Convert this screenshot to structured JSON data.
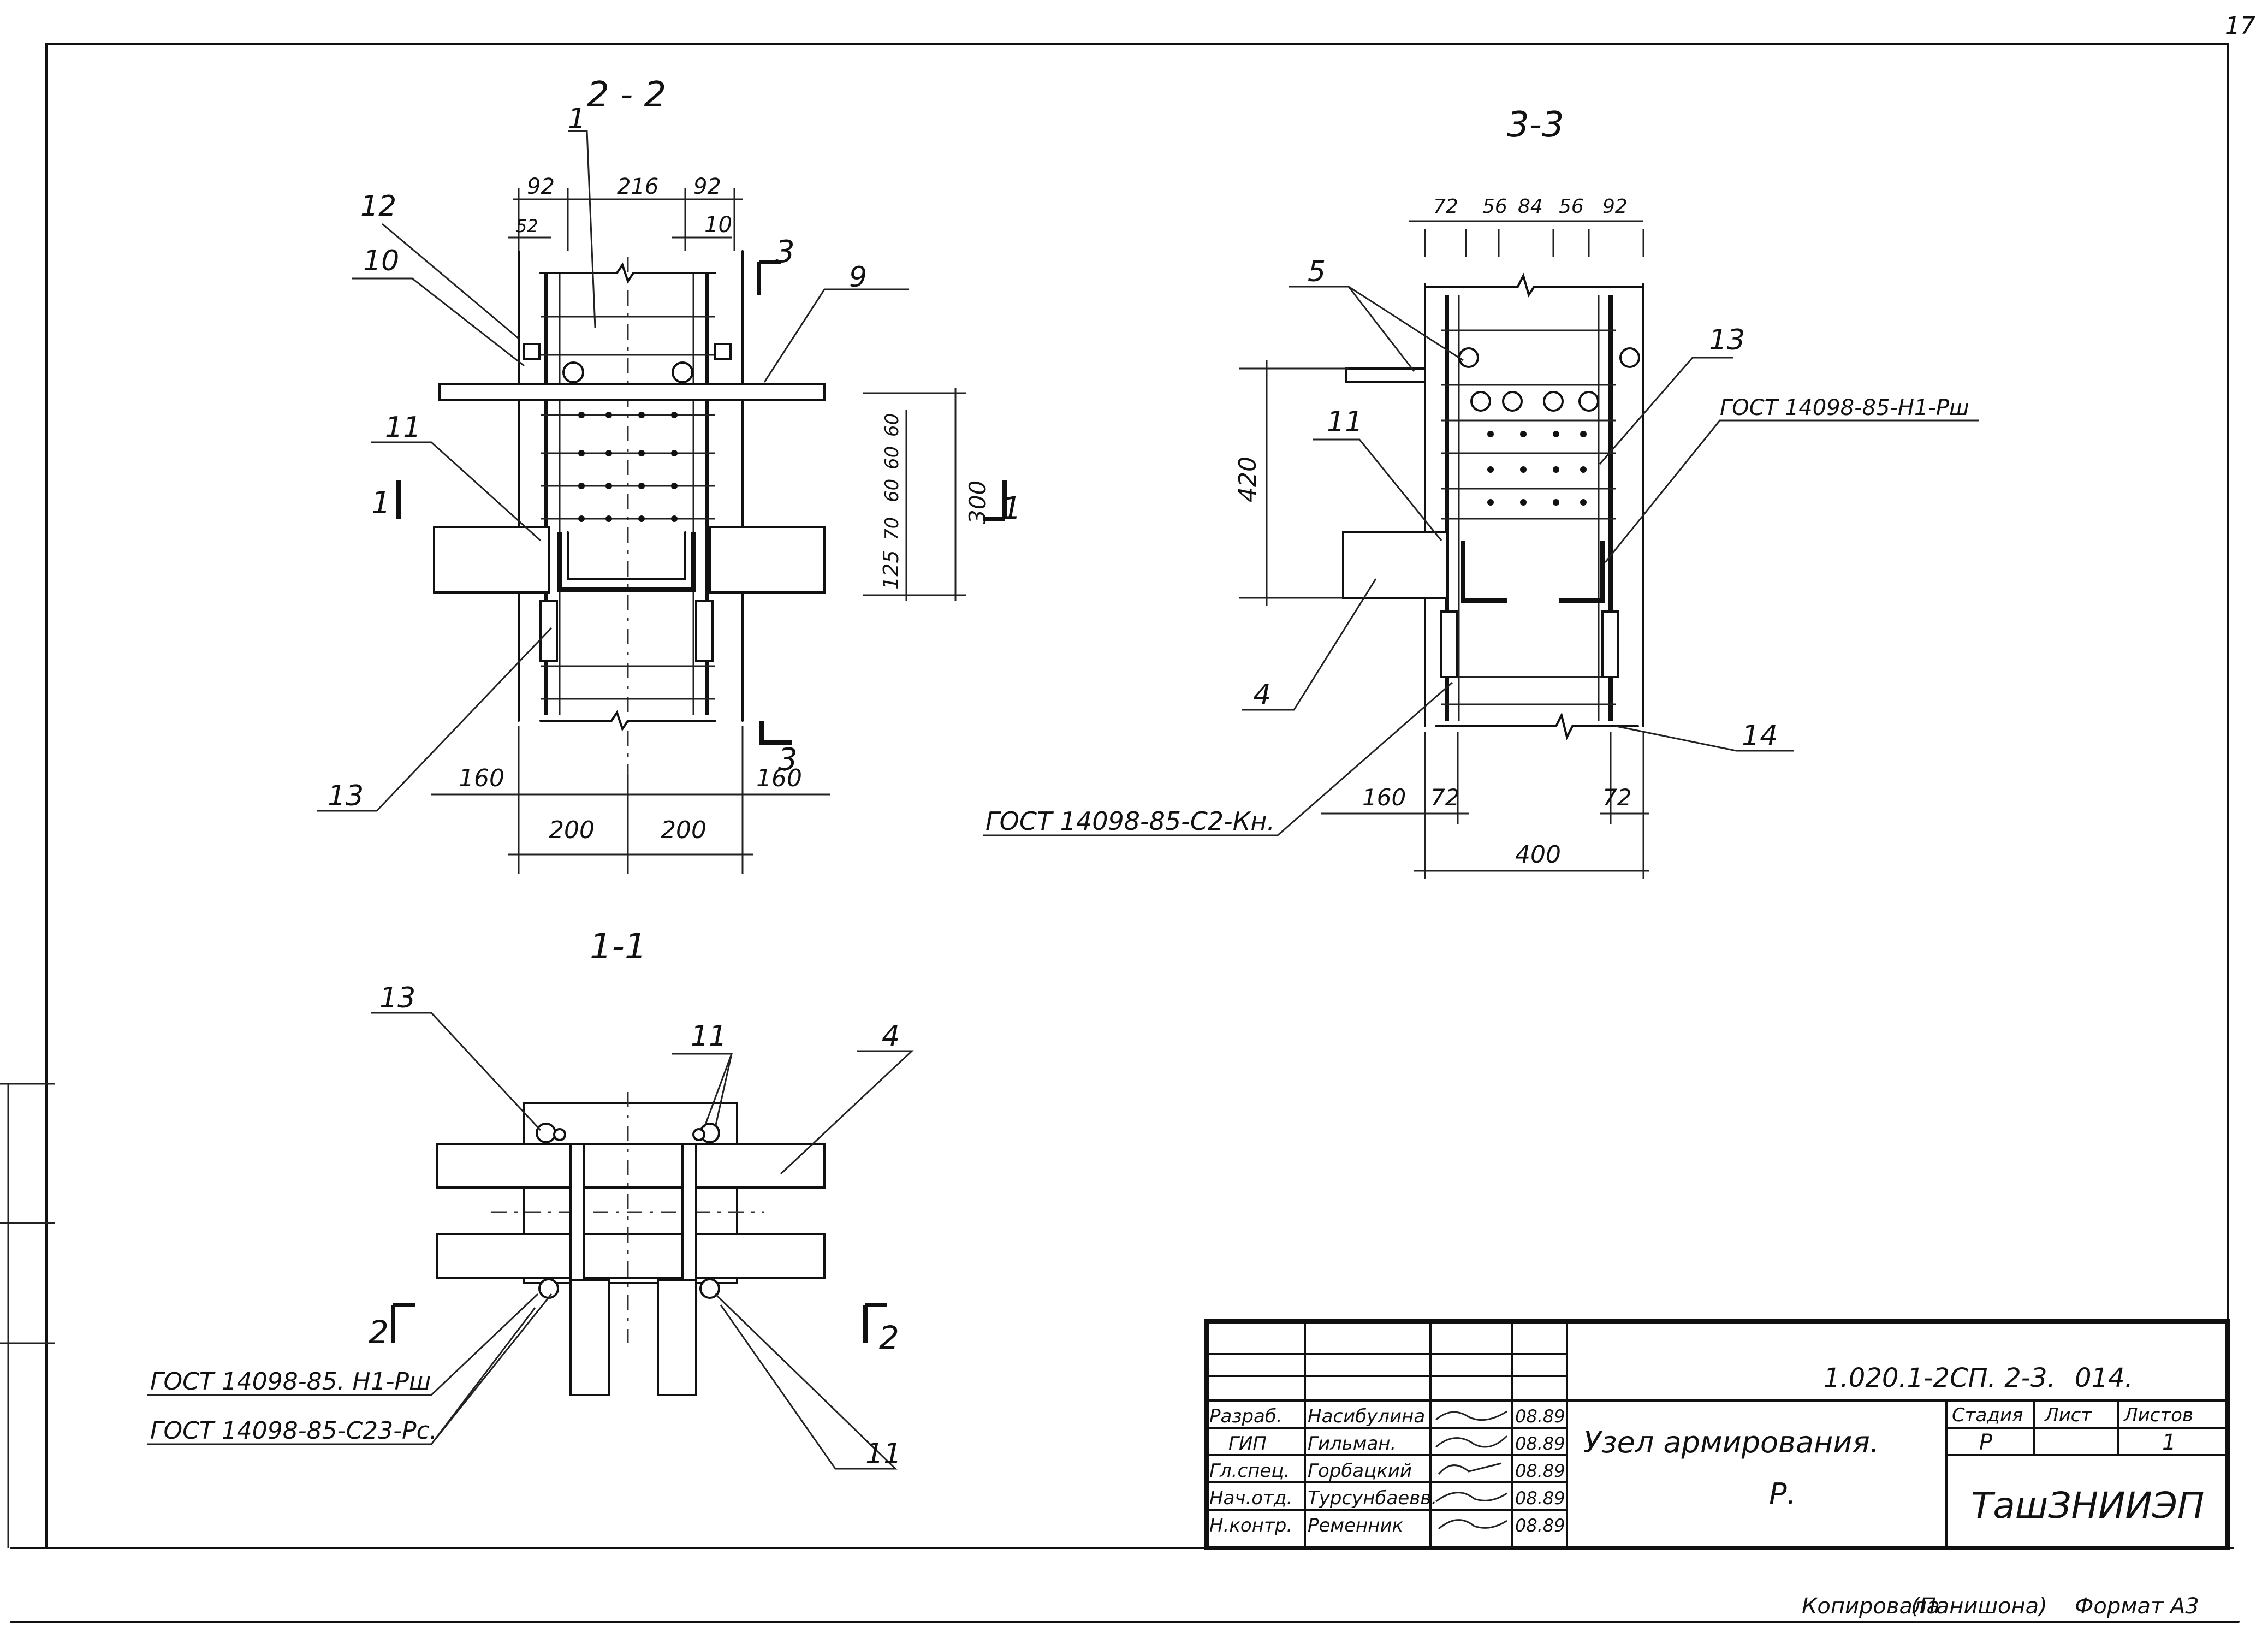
{
  "sheet_number": "17",
  "sections": {
    "s22": {
      "title": "2 - 2",
      "top_dims": [
        "92",
        "216",
        "92",
        "52",
        "10"
      ],
      "side_dims": [
        "300",
        "125",
        "70",
        "60",
        "60",
        "60"
      ],
      "bottom_dims": [
        "160",
        "200",
        "200",
        "160"
      ],
      "callouts": [
        "1",
        "12",
        "10",
        "3",
        "9",
        "11",
        "13",
        "1",
        "3"
      ]
    },
    "s33": {
      "title": "3-3",
      "top_dims": [
        "72",
        "56",
        "84",
        "56",
        "92"
      ],
      "side_dims": [
        "420"
      ],
      "bottom_dims": [
        "160",
        "72",
        "72",
        "400"
      ],
      "callouts": [
        "5",
        "11",
        "13",
        "4",
        "14"
      ],
      "gost_top": "ГОСТ 14098-85-Н1-Рш",
      "gost_bottom": "ГОСТ 14098-85-С2-Кн."
    },
    "s11": {
      "title": "1-1",
      "callouts": [
        "13",
        "11",
        "4",
        "2",
        "2",
        "11"
      ],
      "gost_1": "ГОСТ 14098-85. Н1-Рш",
      "gost_2": "ГОСТ 14098-85-С23-Рс."
    }
  },
  "title_block": {
    "doc_code": "1.020.1-2СП. 2-3.",
    "code_suffix": "014.",
    "roles": [
      "Разраб.",
      "ГИП",
      "Гл.спец.",
      "Нач.отд.",
      "Н.контр."
    ],
    "names": [
      "Насибулина",
      "Гильман.",
      "Горбацкий",
      "Турсунбаевв.",
      "Ременник"
    ],
    "dates": [
      "08.89",
      "08.89",
      "08.89",
      "08.89",
      "08.89"
    ],
    "drawing_title": "Узел армирования.",
    "drawing_sub": "Р.",
    "stage_header": "Стадия",
    "sheet_header": "Лист",
    "sheets_header": "Листов",
    "stage_value": "Р",
    "sheets_value": "1",
    "organization": "ТашЗНИИЭП"
  },
  "footer": {
    "copied": "Копировала",
    "copier": "(Панишона)",
    "format": "Формат А3"
  }
}
